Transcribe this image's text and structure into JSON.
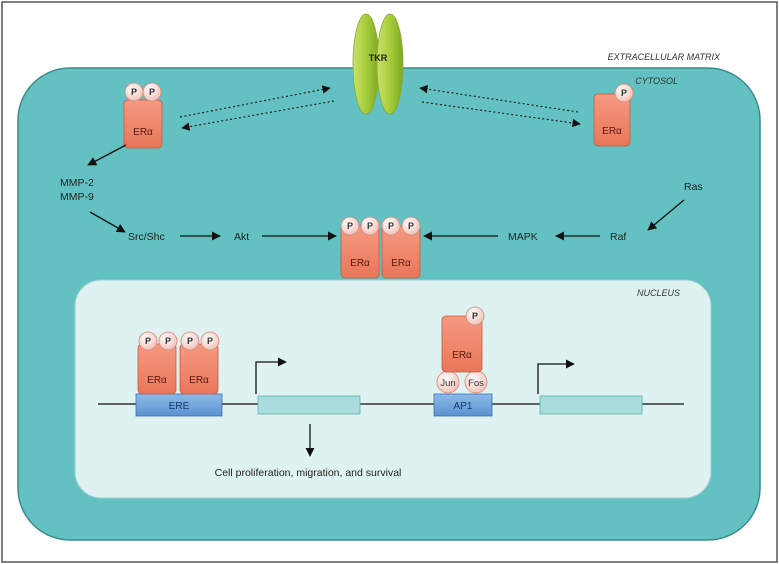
{
  "regions": {
    "extracellular": "EXTRACELLULAR MATRIX",
    "cytosol": "CYTOSOL",
    "nucleus": "NUCLEUS"
  },
  "receptor": {
    "label": "TKR"
  },
  "proteins": {
    "era": "ERα",
    "phospho": "P",
    "jun": "Jun",
    "fos": "Fos"
  },
  "signaling": {
    "mmp2": "MMP-2",
    "mmp9": "MMP-9",
    "src_shc": "Src/Shc",
    "akt": "Akt",
    "mapk": "MAPK",
    "raf": "Raf",
    "ras": "Ras"
  },
  "dna": {
    "ere": "ERE",
    "ap1": "AP1"
  },
  "outcome": "Cell proliferation, migration, and survival",
  "colors": {
    "cell": "#64c1c1",
    "cell_border": "#3c8c8c",
    "nucleus": "#dff2f2",
    "gene_box": "#a9dcdc",
    "promoter": "#6fa6de",
    "era": "#f08a6e",
    "phospho": "#f9d5cf",
    "tkr": "#a6cd3a"
  }
}
